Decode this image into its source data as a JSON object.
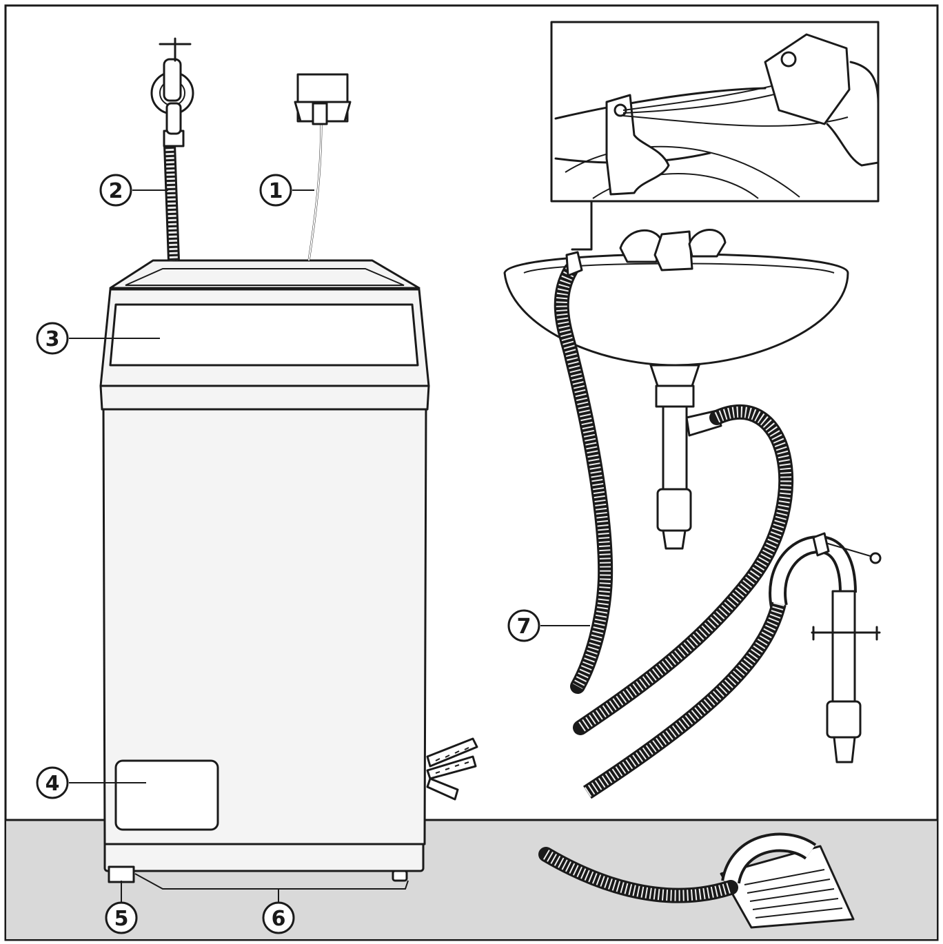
{
  "callouts": [
    {
      "id": "1",
      "label": "1"
    },
    {
      "id": "2",
      "label": "2"
    },
    {
      "id": "3",
      "label": "3"
    },
    {
      "id": "4",
      "label": "4"
    },
    {
      "id": "5",
      "label": "5"
    },
    {
      "id": "6",
      "label": "6"
    },
    {
      "id": "7",
      "label": "7"
    }
  ],
  "colors": {
    "line": "#1a1a1a",
    "floor": "#d9d9d9",
    "machine": "#f4f4f4",
    "background": "#ffffff"
  },
  "icons": {
    "faucet": "tap-icon",
    "socket": "power-socket-icon",
    "sink": "wash-basin-icon",
    "drain": "floor-drain-icon"
  }
}
